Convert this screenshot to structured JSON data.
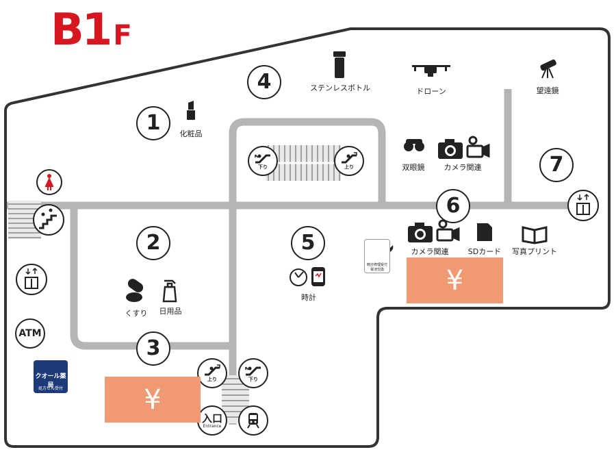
{
  "floor": {
    "title": "B1",
    "suffix": "F"
  },
  "zones": [
    "1",
    "2",
    "3",
    "4",
    "5",
    "6",
    "7"
  ],
  "labels": {
    "cosmetics": "化粧品",
    "stainless_bottle": "ステンレスボトル",
    "drone": "ドローン",
    "telescope": "望遠鏡",
    "binoculars": "双眼鏡",
    "camera_top": "カメラ関連",
    "camera_bottom": "カメラ関連",
    "sd_card": "SDカード",
    "photo_print": "写真プリント",
    "watch": "時計",
    "medicine": "くすり",
    "daily_goods": "日用品"
  },
  "escalators": {
    "down": "下り",
    "up": "上り"
  },
  "service": {
    "line1": "時計修理受付",
    "line2": "電池交換"
  },
  "atm": "ATM",
  "entrance": {
    "ja": "入口",
    "en": "Entrance"
  },
  "cashier": "¥",
  "card": {
    "brand": "クオール薬局",
    "sub": "処方せん受付"
  },
  "colors": {
    "accent": "#d6171f",
    "cashier": "#ef9a72",
    "walkway": "#b5b5b5",
    "card": "#1d3a7a"
  },
  "icons": [
    "lipstick-icon",
    "bottle-icon",
    "drone-icon",
    "telescope-icon",
    "binoculars-icon",
    "camera-icon",
    "video-camera-icon",
    "sd-card-icon",
    "photo-album-icon",
    "clock-icon",
    "smartwatch-icon",
    "pill-icon",
    "spray-bottle-icon",
    "wrench-icon",
    "restroom-female-icon",
    "stairs-up-icon",
    "elevator-icon",
    "train-icon"
  ]
}
